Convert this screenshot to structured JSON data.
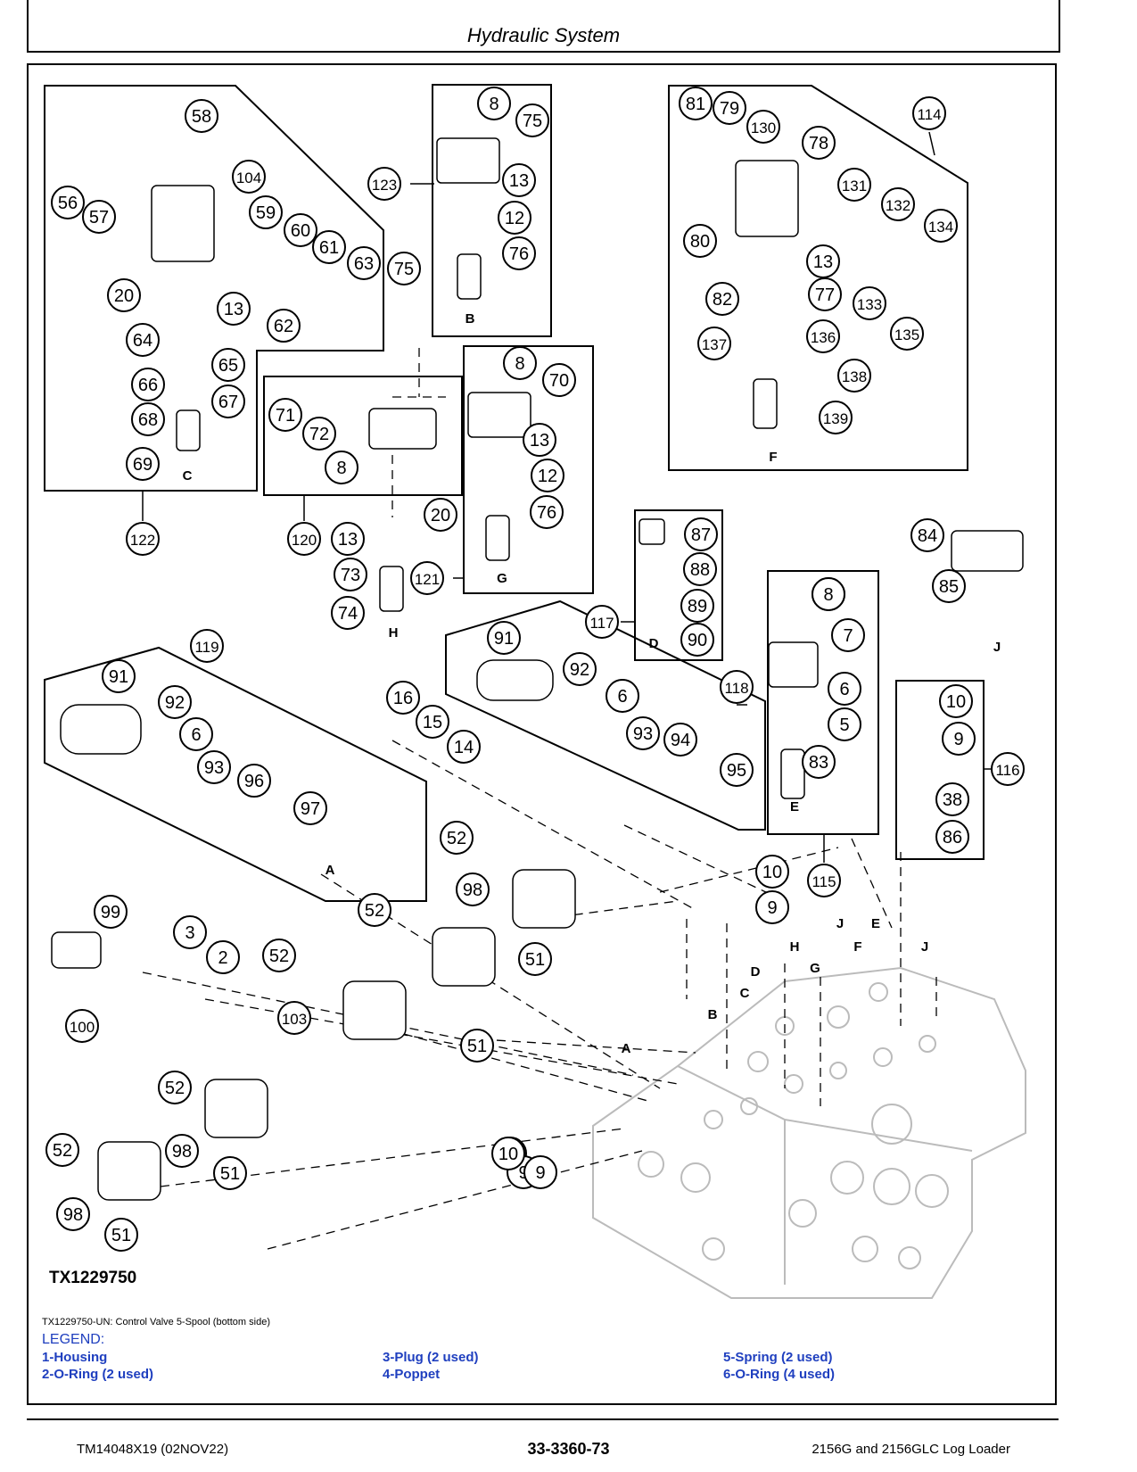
{
  "header": {
    "title": "Hydraulic System"
  },
  "figure": {
    "id": "TX1229750",
    "caption": "TX1229750-UN: Control Valve 5-Spool (bottom side)"
  },
  "callouts": [
    "58",
    "56",
    "57",
    "104",
    "59",
    "60",
    "61",
    "63",
    "20",
    "13",
    "62",
    "64",
    "65",
    "66",
    "67",
    "68",
    "69",
    "8",
    "75",
    "123",
    "13",
    "12",
    "76",
    "8",
    "70",
    "71",
    "72",
    "8",
    "75",
    "13",
    "12",
    "76",
    "122",
    "120",
    "13",
    "20",
    "73",
    "74",
    "121",
    "81",
    "79",
    "130",
    "78",
    "114",
    "131",
    "132",
    "134",
    "80",
    "13",
    "82",
    "77",
    "133",
    "135",
    "137",
    "136",
    "138",
    "139",
    "87",
    "88",
    "89",
    "117",
    "90",
    "8",
    "84",
    "85",
    "91",
    "92",
    "6",
    "93",
    "94",
    "118",
    "95",
    "16",
    "15",
    "14",
    "8",
    "7",
    "6",
    "5",
    "83",
    "119",
    "91",
    "92",
    "6",
    "93",
    "96",
    "97",
    "10",
    "9",
    "38",
    "116",
    "86",
    "115",
    "52",
    "98",
    "51",
    "52",
    "10",
    "9",
    "99",
    "3",
    "2",
    "52",
    "103",
    "51",
    "100",
    "10",
    "9",
    "52",
    "98",
    "51",
    "52",
    "98",
    "51",
    "10",
    "9"
  ],
  "letters": [
    "B",
    "C",
    "G",
    "H",
    "F",
    "D",
    "J",
    "A",
    "E",
    "J",
    "B",
    "C",
    "D",
    "H",
    "G",
    "F",
    "E",
    "J",
    "A"
  ],
  "legend": {
    "title": "LEGEND:",
    "columns": [
      [
        "1-Housing",
        "2-O-Ring (2 used)"
      ],
      [
        "3-Plug (2 used)",
        "4-Poppet"
      ],
      [
        "5-Spring (2 used)",
        "6-O-Ring (4 used)"
      ]
    ]
  },
  "footer": {
    "left": "TM14048X19 (02NOV22)",
    "center": "33-3360-73",
    "right": "2156G and 2156GLC Log Loader"
  }
}
